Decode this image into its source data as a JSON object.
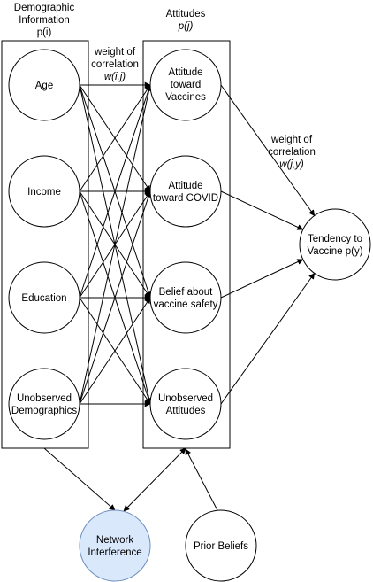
{
  "groups": {
    "demographic": {
      "title_l1": "Demographic",
      "title_l2": "Information",
      "title_l3": "p(i)"
    },
    "attitudes": {
      "title_l1": "Attitudes",
      "title_l2": "p(j)"
    }
  },
  "edge_labels": {
    "w_ij": {
      "l1": "weight of",
      "l2": "correlation",
      "l3": "w(i,j)"
    },
    "w_jy": {
      "l1": "weight of",
      "l2": "correlation",
      "l3": "w(j,y)"
    }
  },
  "nodes": {
    "age": {
      "l1": "Age"
    },
    "income": {
      "l1": "Income"
    },
    "education": {
      "l1": "Education"
    },
    "unobs_demo": {
      "l1": "Unobserved",
      "l2": "Demographics"
    },
    "att_vacc": {
      "l1": "Attitude",
      "l2": "toward",
      "l3": "Vaccines"
    },
    "att_covid": {
      "l1": "Attitude",
      "l2": "toward COVID"
    },
    "belief": {
      "l1": "Belief about",
      "l2": "vaccine safety"
    },
    "unobs_att": {
      "l1": "Unobserved",
      "l2": "Attitudes"
    },
    "tendency": {
      "l1": "Tendency to",
      "l2": "Vaccine p(y)"
    },
    "network": {
      "l1": "Network",
      "l2": "Interference"
    },
    "prior": {
      "l1": "Prior Beliefs"
    }
  }
}
